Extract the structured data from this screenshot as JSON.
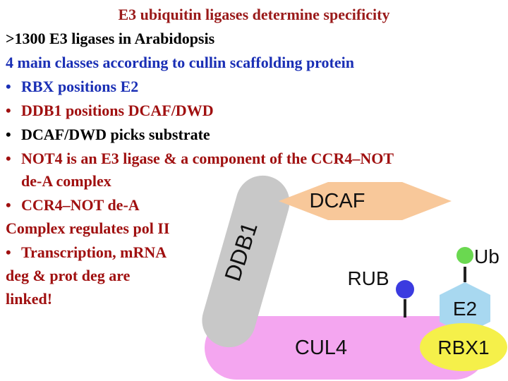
{
  "title": "E3 ubiquitin ligases determine specificity",
  "lines": [
    {
      "text": ">1300 E3 ligases in Arabidopsis",
      "bullet": false
    },
    {
      "text": "4 main classes according to cullin scaffolding protein",
      "bullet": false
    },
    {
      "text": "RBX positions E2",
      "bullet": true
    },
    {
      "text": "DDB1 positions DCAF/DWD",
      "bullet": true
    },
    {
      "text": "DCAF/DWD picks substrate",
      "bullet": true
    },
    {
      "text": "NOT4 is an E3 ligase & a component of the CCR4–NOT",
      "bullet": true
    },
    {
      "text": "de-A complex",
      "bullet": false
    },
    {
      "text": "CCR4–NOT de-A",
      "bullet": true
    },
    {
      "text": "Complex regulates pol II",
      "bullet": false
    },
    {
      "text": "Transcription, mRNA",
      "bullet": true
    },
    {
      "text": "deg & prot deg are",
      "bullet": false
    },
    {
      "text": "linked!",
      "bullet": false
    }
  ],
  "bullet_char": "•",
  "diagram": {
    "dcaf": "DCAF",
    "ddb1": "DDB1",
    "rub": "RUB",
    "cul4": "CUL4",
    "rbx1": "RBX1",
    "e2": "E2",
    "ub": "Ub"
  },
  "colors": {
    "title": "#9a1a1a",
    "text_black": "#000000",
    "text_blue": "#1a2fb5",
    "text_red": "#a01010",
    "cul4": "#f4a6f0",
    "ddb1": "#c8c8c8",
    "dcaf": "#f8c89a",
    "rbx1": "#f5f04a",
    "e2": "#a8d8f0",
    "rub": "#3b3be0",
    "ub": "#6ad850"
  }
}
